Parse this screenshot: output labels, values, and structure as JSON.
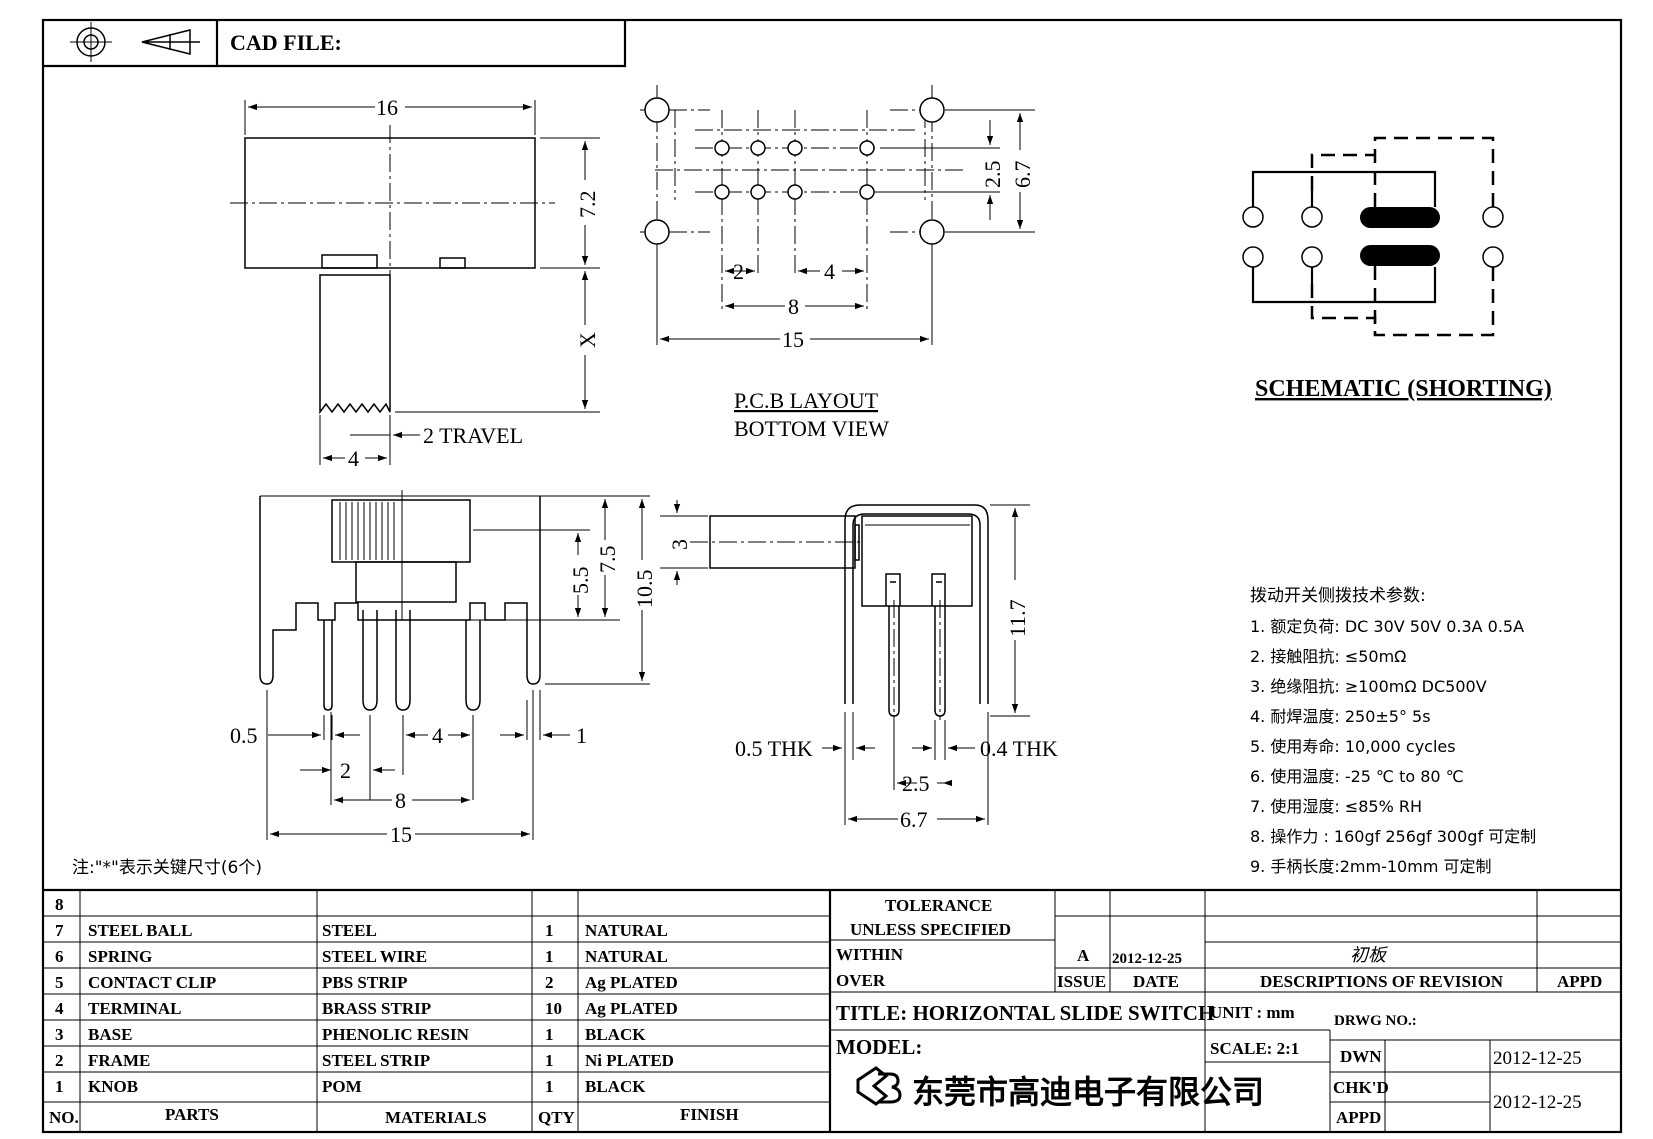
{
  "header": {
    "cad_file_label": "CAD FILE:",
    "symbols": [
      "first-angle-projection-icon"
    ]
  },
  "views": {
    "top_view": {
      "dim_16": "16",
      "dim_72": "7.2",
      "dim_x": "X",
      "dim_4": "4",
      "travel": "2 TRAVEL"
    },
    "pcb_layout": {
      "title": "P.C.B LAYOUT",
      "subtitle": "BOTTOM VIEW",
      "dim_25": "2.5",
      "dim_67": "6.7",
      "dim_2": "2",
      "dim_4": "4",
      "dim_8": "8",
      "dim_15": "15"
    },
    "schematic": {
      "title": "SCHEMATIC (SHORTING)"
    },
    "front_view": {
      "dim_55": "5.5",
      "dim_75": "7.5",
      "dim_105": "10.5",
      "dim_05": "0.5",
      "dim_4": "4",
      "dim_1": "1",
      "dim_2": "2",
      "dim_8": "8",
      "dim_15": "15"
    },
    "side_view": {
      "dim_3": "3",
      "dim_117": "11.7",
      "thk_05": "0.5 THK",
      "thk_04": "0.4 THK",
      "dim_25": "2.5",
      "dim_67": "6.7"
    },
    "note": "注:\"*\"表示关键尺寸(6个)"
  },
  "specs": {
    "heading": "拨动开关侧拨技术参数:",
    "items": [
      "1.  额定负荷: DC 30V    50V    0.3A    0.5A",
      "2.  接触阻抗:  ≤50mΩ",
      "3.  绝缘阻抗:  ≥100mΩ   DC500V",
      "4.  耐焊温度: 250±5°  5s",
      "5.  使用寿命: 10,000 cycles",
      "6.  使用温度: -25  ℃  to 80  ℃",
      "7.  使用湿度:  ≤85% RH",
      "8.  操作力 : 160gf    256gf    300gf  可定制",
      "9.  手柄长度:2mm-10mm   可定制"
    ]
  },
  "bom": {
    "headers": {
      "no": "NO.",
      "parts": "PARTS",
      "materials": "MATERIALS",
      "qty": "QTY",
      "finish": "FINISH"
    },
    "rows": [
      {
        "no": "8",
        "part": "",
        "material": "",
        "qty": "",
        "finish": ""
      },
      {
        "no": "7",
        "part": "STEEL BALL",
        "material": "STEEL",
        "qty": "1",
        "finish": "NATURAL"
      },
      {
        "no": "6",
        "part": "SPRING",
        "material": "STEEL WIRE",
        "qty": "1",
        "finish": "NATURAL"
      },
      {
        "no": "5",
        "part": "CONTACT CLIP",
        "material": "PBS STRIP",
        "qty": "2",
        "finish": "Ag PLATED"
      },
      {
        "no": "4",
        "part": "TERMINAL",
        "material": "BRASS STRIP",
        "qty": "10",
        "finish": "Ag PLATED"
      },
      {
        "no": "3",
        "part": "BASE",
        "material": "PHENOLIC RESIN",
        "qty": "1",
        "finish": "BLACK"
      },
      {
        "no": "2",
        "part": "FRAME",
        "material": "STEEL STRIP",
        "qty": "1",
        "finish": "Ni PLATED"
      },
      {
        "no": "1",
        "part": "KNOB",
        "material": "POM",
        "qty": "1",
        "finish": "BLACK"
      }
    ]
  },
  "title_block": {
    "tolerance": "TOLERANCE",
    "unless": "UNLESS   SPECIFIED",
    "within": "WITHIN",
    "over": "OVER",
    "rev_letter": "A",
    "rev_date": "2012-12-25",
    "rev_desc": "初板",
    "issue": "ISSUE",
    "date": "DATE",
    "desc_of_revision": "DESCRIPTIONS OF REVISION",
    "appd": "APPD",
    "title": "TITLE: HORIZONTAL SLIDE SWITCH",
    "unit": "UNIT : mm",
    "drwg_no": "DRWG NO.:",
    "model": "MODEL:",
    "scale": "SCALE: 2:1",
    "dwn": "DWN",
    "dwn_date": "2012-12-25",
    "chkd": "CHK'D",
    "appd2": "APPD",
    "chk_date": "2012-12-25",
    "company": "东莞市高迪电子有限公司"
  }
}
